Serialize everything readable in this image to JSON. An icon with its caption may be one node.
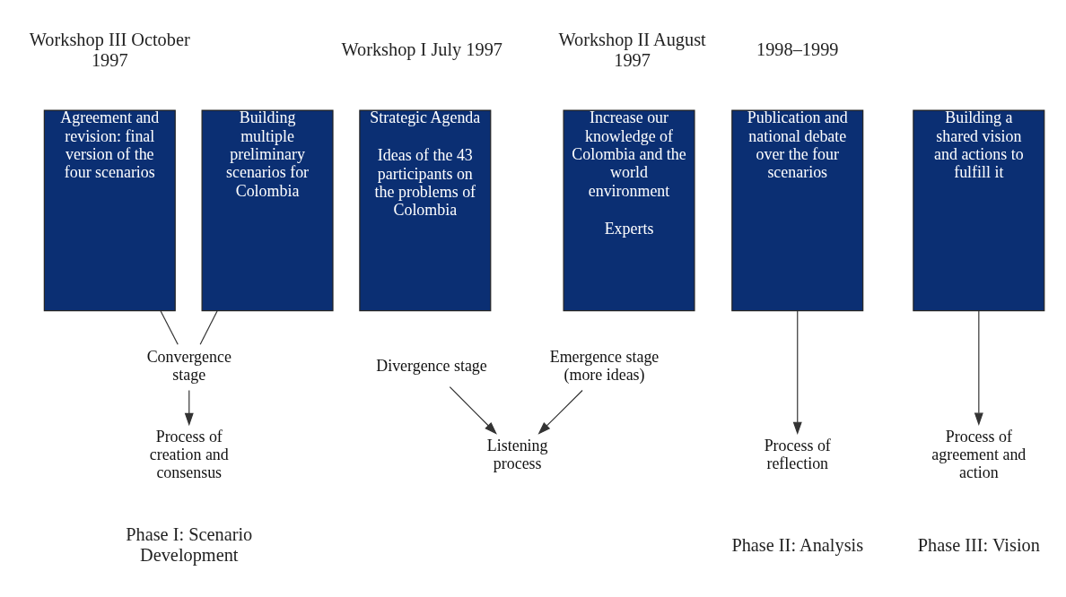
{
  "diagram": {
    "nodes": [
      {
        "text": [
          "Strategic Agenda",
          "Ideas of the 43 participants on the problems of Colombia"
        ]
      },
      {
        "text": [
          "Increase our knowledge of Colombia and the world environment",
          "Experts"
        ]
      },
      {
        "text": [
          "Building multiple preliminary scenarios for Colombia"
        ]
      },
      {
        "text": [
          "Agreement and revision: final version of the four scenarios"
        ]
      },
      {
        "text": [
          "Publication and national debate over the four scenarios"
        ]
      },
      {
        "text": [
          "Building a shared vision and actions to fulfill it"
        ]
      },
      {
        "text": [
          "Divergence stage"
        ]
      },
      {
        "text": [
          "Emergence stage (more ideas)"
        ]
      },
      {
        "text": [
          "Listening process"
        ]
      },
      {
        "text": [
          "Convergence stage"
        ]
      },
      {
        "text": [
          "Process of creation and consensus"
        ]
      },
      {
        "text": [
          "Process of reflection"
        ]
      },
      {
        "text": [
          "Process of agreement and action"
        ]
      }
    ],
    "edges": [
      {
        "from": 6,
        "to": 8,
        "arrow": "to"
      },
      {
        "from": 7,
        "to": 8,
        "arrow": "to"
      },
      {
        "from": 2,
        "to": 9,
        "arrow": "none"
      },
      {
        "from": 3,
        "to": 9,
        "arrow": "none"
      },
      {
        "from": 9,
        "to": 10,
        "arrow": "to"
      },
      {
        "from": 4,
        "to": 11,
        "arrow": "to"
      },
      {
        "from": 5,
        "to": 12,
        "arrow": "to"
      }
    ],
    "labels": [
      "Workshop I July 1997",
      "Workshop II August 1997",
      "Workshop III October 1997",
      "1998–1999",
      "Phase I: Scenario Development",
      "Phase II: Analysis",
      "Phase III: Vision"
    ]
  }
}
